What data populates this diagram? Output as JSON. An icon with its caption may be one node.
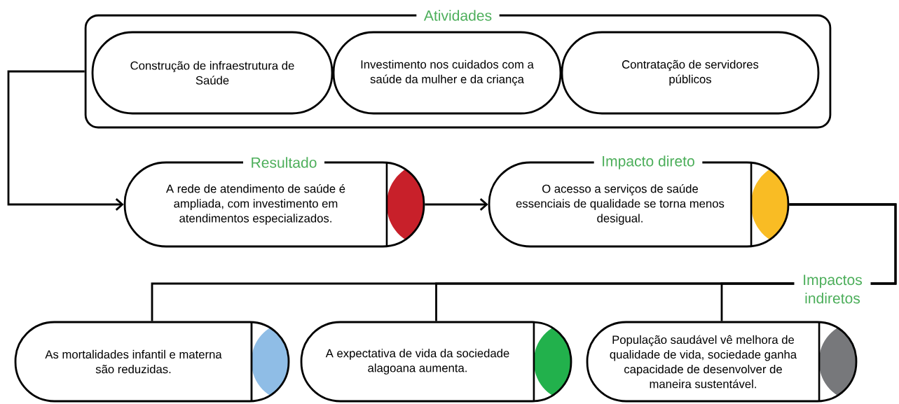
{
  "diagram": {
    "nodes": [
      {
        "text": [
          "Atividades"
        ]
      },
      {
        "text": [
          "Construção de infraestrutura de Saúde"
        ],
        "in": 0
      },
      {
        "text": [
          "Investimento nos cuidados com a saúde da mulher e da criança"
        ],
        "in": 0
      },
      {
        "text": [
          "Contratação de servidores públicos"
        ],
        "in": 0
      },
      {
        "text": [
          "Resultado",
          "A rede de atendimento de saúde é ampliada, com investimento em atendimentos especializados."
        ]
      },
      {
        "text": [
          "Impacto direto",
          "O acesso a serviços de saúde essenciais de qualidade se torna menos desigual."
        ]
      },
      {
        "text": [
          "As mortalidades infantil e materna são reduzidas."
        ]
      },
      {
        "text": [
          "A expectativa de vida da sociedade alagoana aumenta."
        ]
      },
      {
        "text": [
          "População saudável vê melhora de qualidade de vida, sociedade ganha capacidade de desenvolver de maneira sustentável."
        ]
      }
    ],
    "edges": [
      {
        "from": 0,
        "to": 4,
        "arrow": "to"
      },
      {
        "from": 4,
        "to": 5,
        "arrow": "to"
      },
      {
        "from": 5,
        "to": 6,
        "arrow": "none"
      },
      {
        "from": 5,
        "to": 7,
        "arrow": "none"
      },
      {
        "from": 5,
        "to": 8,
        "arrow": "none"
      }
    ],
    "labels": [
      "Impactos indiretos"
    ]
  }
}
